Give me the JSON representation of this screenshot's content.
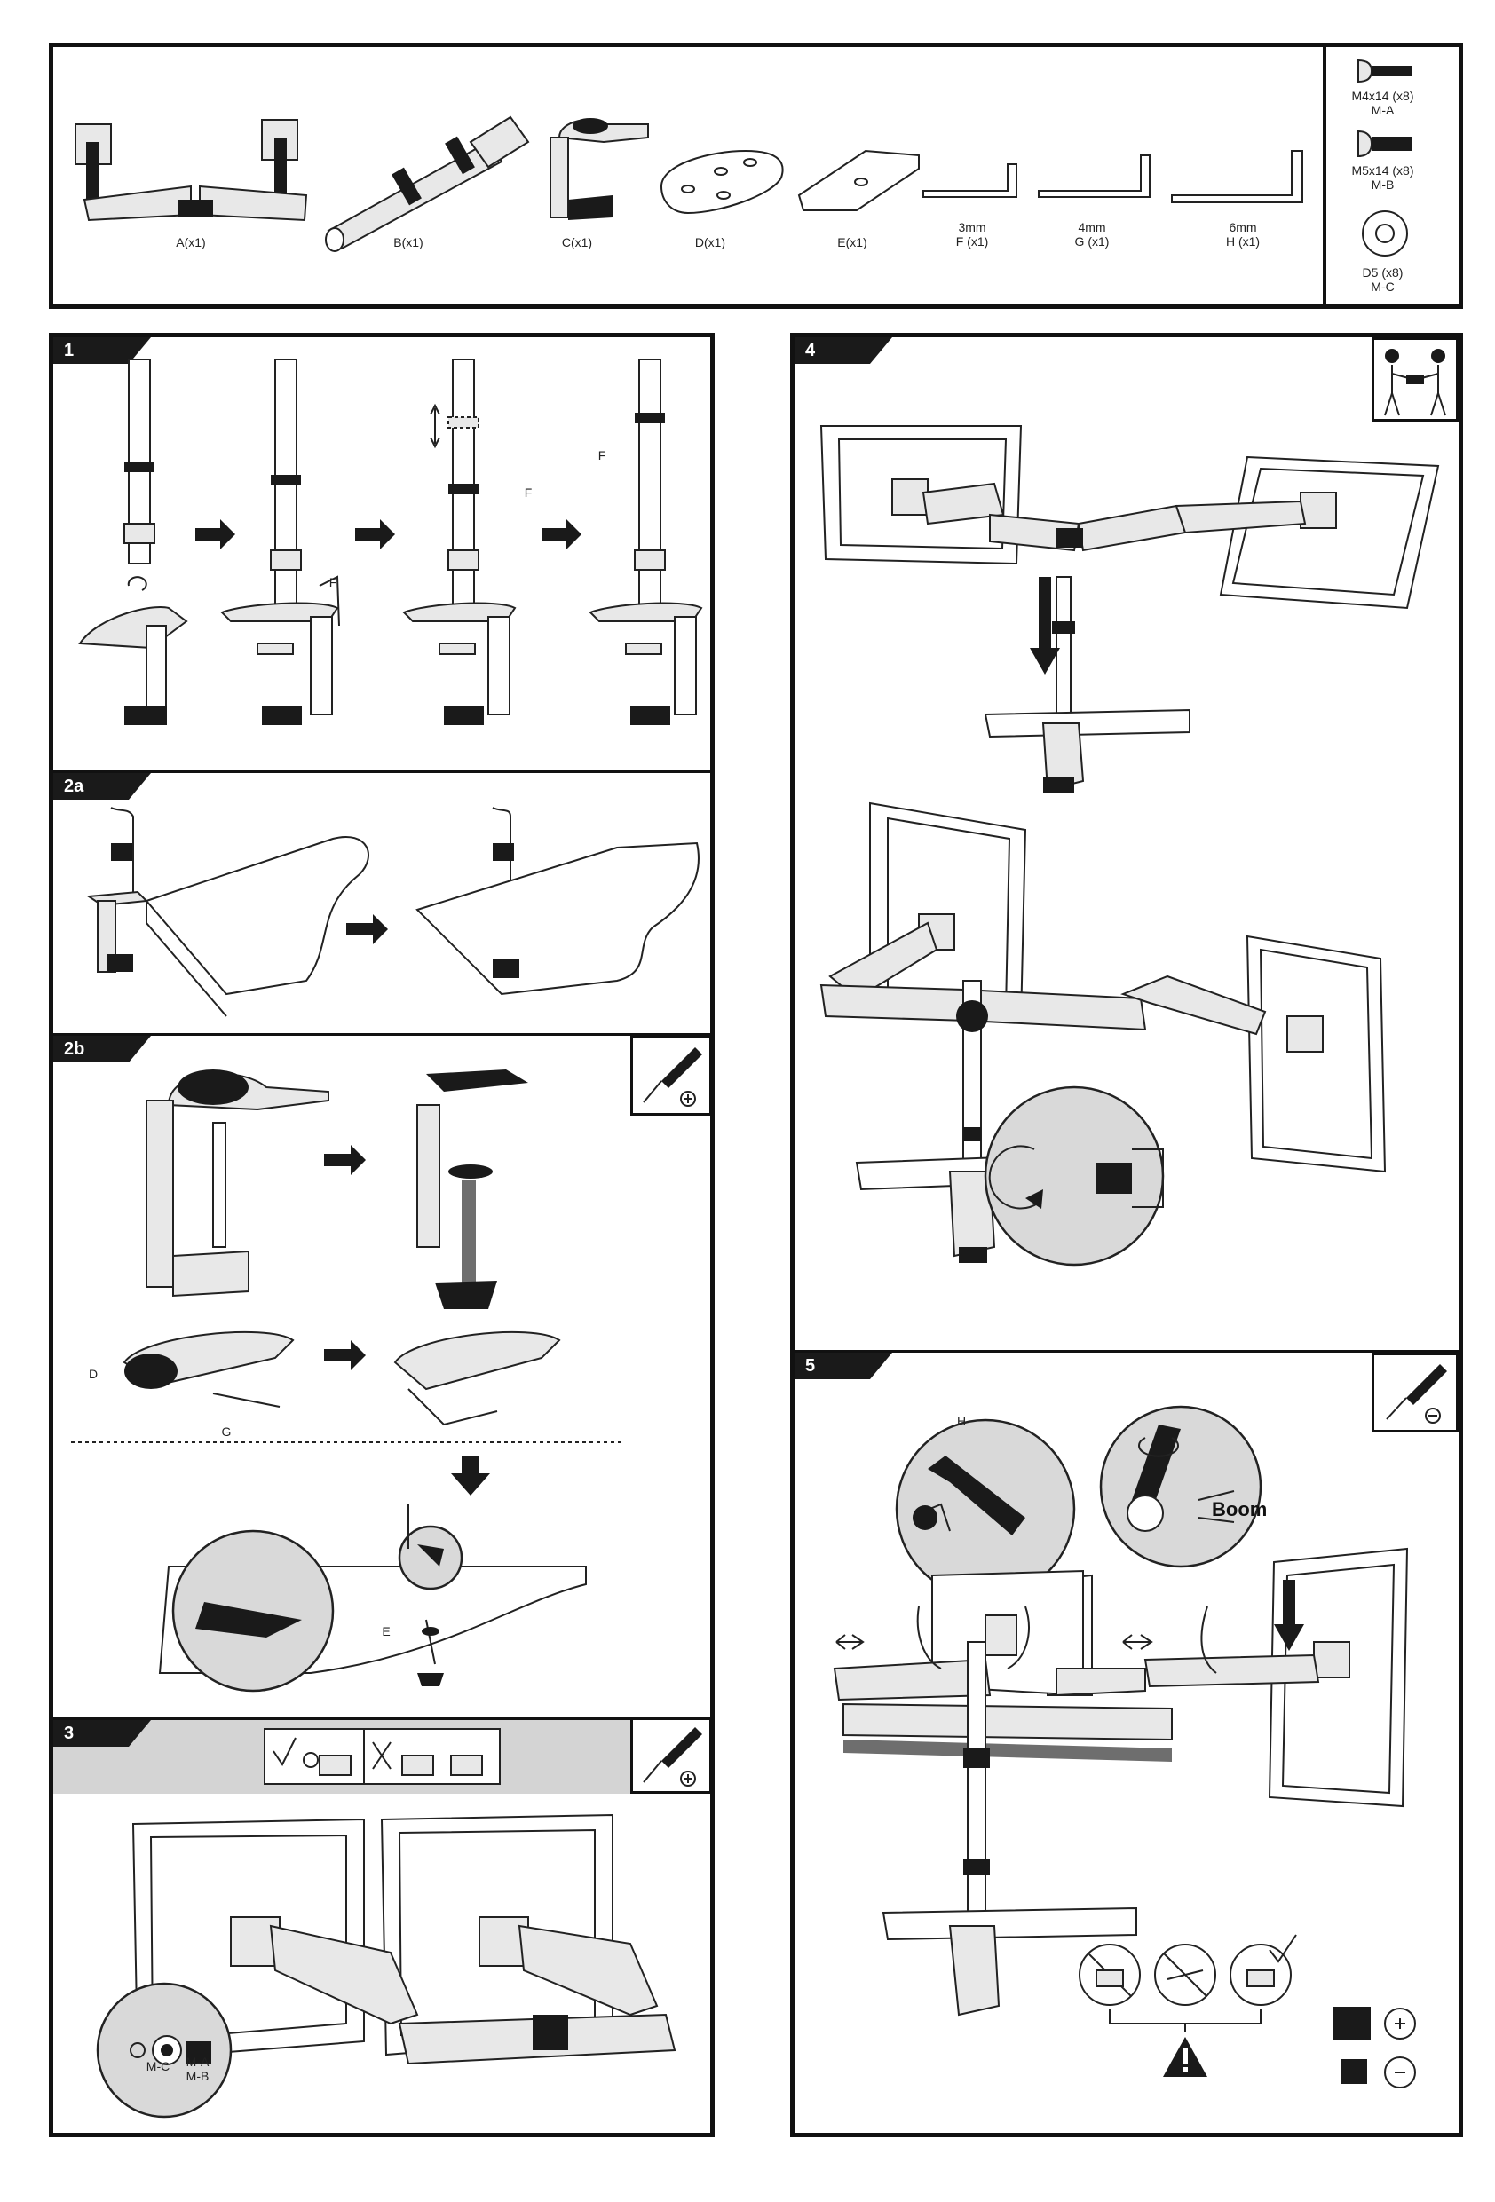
{
  "parts": [
    {
      "id": "A",
      "label": "A(x1)"
    },
    {
      "id": "B",
      "label": "B(x1)"
    },
    {
      "id": "C",
      "label": "C(x1)"
    },
    {
      "id": "D",
      "label": "D(x1)"
    },
    {
      "id": "E",
      "label": "E(x1)"
    },
    {
      "id": "F",
      "size": "3mm",
      "label": "F (x1)"
    },
    {
      "id": "G",
      "size": "4mm",
      "label": "G (x1)"
    },
    {
      "id": "H",
      "size": "6mm",
      "label": "H (x1)"
    }
  ],
  "hardware": [
    {
      "spec": "M4x14 (x8)",
      "code": "M-A"
    },
    {
      "spec": "M5x14 (x8)",
      "code": "M-B"
    },
    {
      "spec": "D5 (x8)",
      "code": "M-C"
    }
  ],
  "steps": {
    "s1": "1",
    "s2a": "2a",
    "s2b": "2b",
    "s3": "3",
    "s4": "4",
    "s5": "5"
  },
  "callouts": {
    "f1": "F",
    "f2": "F",
    "f3": "F",
    "d": "D",
    "g": "G",
    "e": "E",
    "h": "H",
    "boom": "Boom",
    "mc": "M-C",
    "mamb": "M-A\nM-B"
  },
  "icons": {
    "screwdriver": "screwdriver-icon",
    "two_person": "two-person-lift-icon",
    "warning": "warning-triangle-icon",
    "arrow": "right-arrow-icon"
  }
}
